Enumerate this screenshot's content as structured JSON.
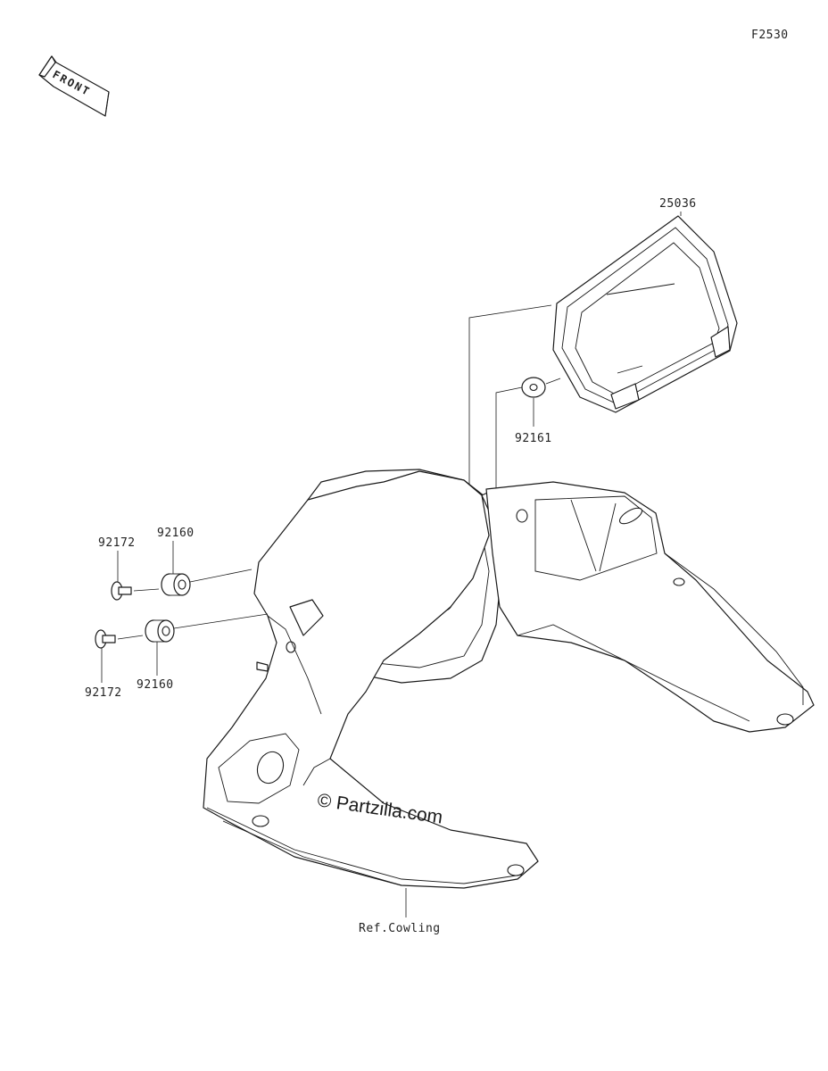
{
  "diagram": {
    "code": "F2530",
    "front_label": "FRONT",
    "parts": [
      {
        "number": "25036"
      },
      {
        "number": "92161"
      },
      {
        "number": "92160"
      },
      {
        "number": "92172"
      },
      {
        "number": "92160"
      },
      {
        "number": "92172"
      }
    ],
    "reference_label": "Ref.Cowling",
    "watermark": "© Partzilla.com"
  }
}
